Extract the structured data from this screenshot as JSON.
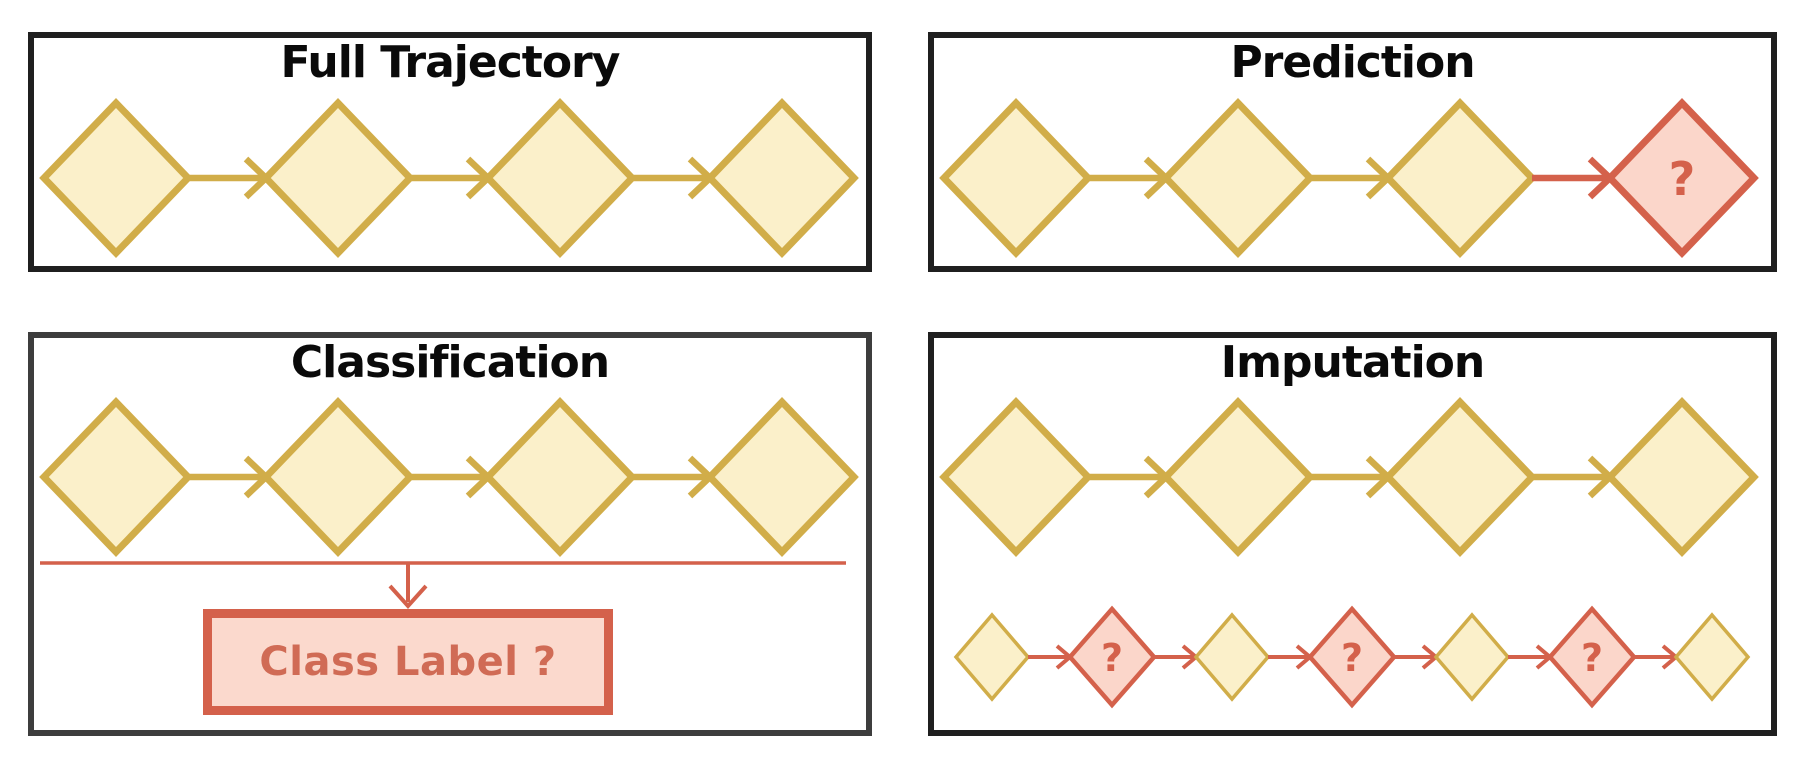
{
  "page_background": "#ffffff",
  "colors": {
    "page_background": "#ffffff",
    "title_ink": "#0a0a0a",
    "panel_border": "#1f1f1f",
    "panel_border_soft": "#3d3d3d",
    "observed_stroke": "#d1ad49",
    "observed_fill": "#fbf0ca",
    "missing_stroke": "#d4614b",
    "missing_fill": "#fbd6ca",
    "label_box_border": "#d4614b",
    "label_box_fill": "#fbd9cd",
    "label_text": "#d06b55"
  },
  "panels": {
    "full_trajectory": {
      "title": "Full Trajectory",
      "nodes": [
        "observed",
        "observed",
        "observed",
        "observed"
      ]
    },
    "prediction": {
      "title": "Prediction",
      "nodes": [
        "observed",
        "observed",
        "observed",
        "missing"
      ],
      "unknown_mark": "?"
    },
    "classification": {
      "title": "Classification",
      "nodes": [
        "observed",
        "observed",
        "observed",
        "observed"
      ],
      "label_box_text": "Class Label ?"
    },
    "imputation": {
      "title": "Imputation",
      "top_nodes": [
        "observed",
        "observed",
        "observed",
        "observed"
      ],
      "bottom_nodes": [
        "observed",
        "missing",
        "observed",
        "missing",
        "observed",
        "missing",
        "observed"
      ],
      "unknown_mark": "?"
    }
  }
}
